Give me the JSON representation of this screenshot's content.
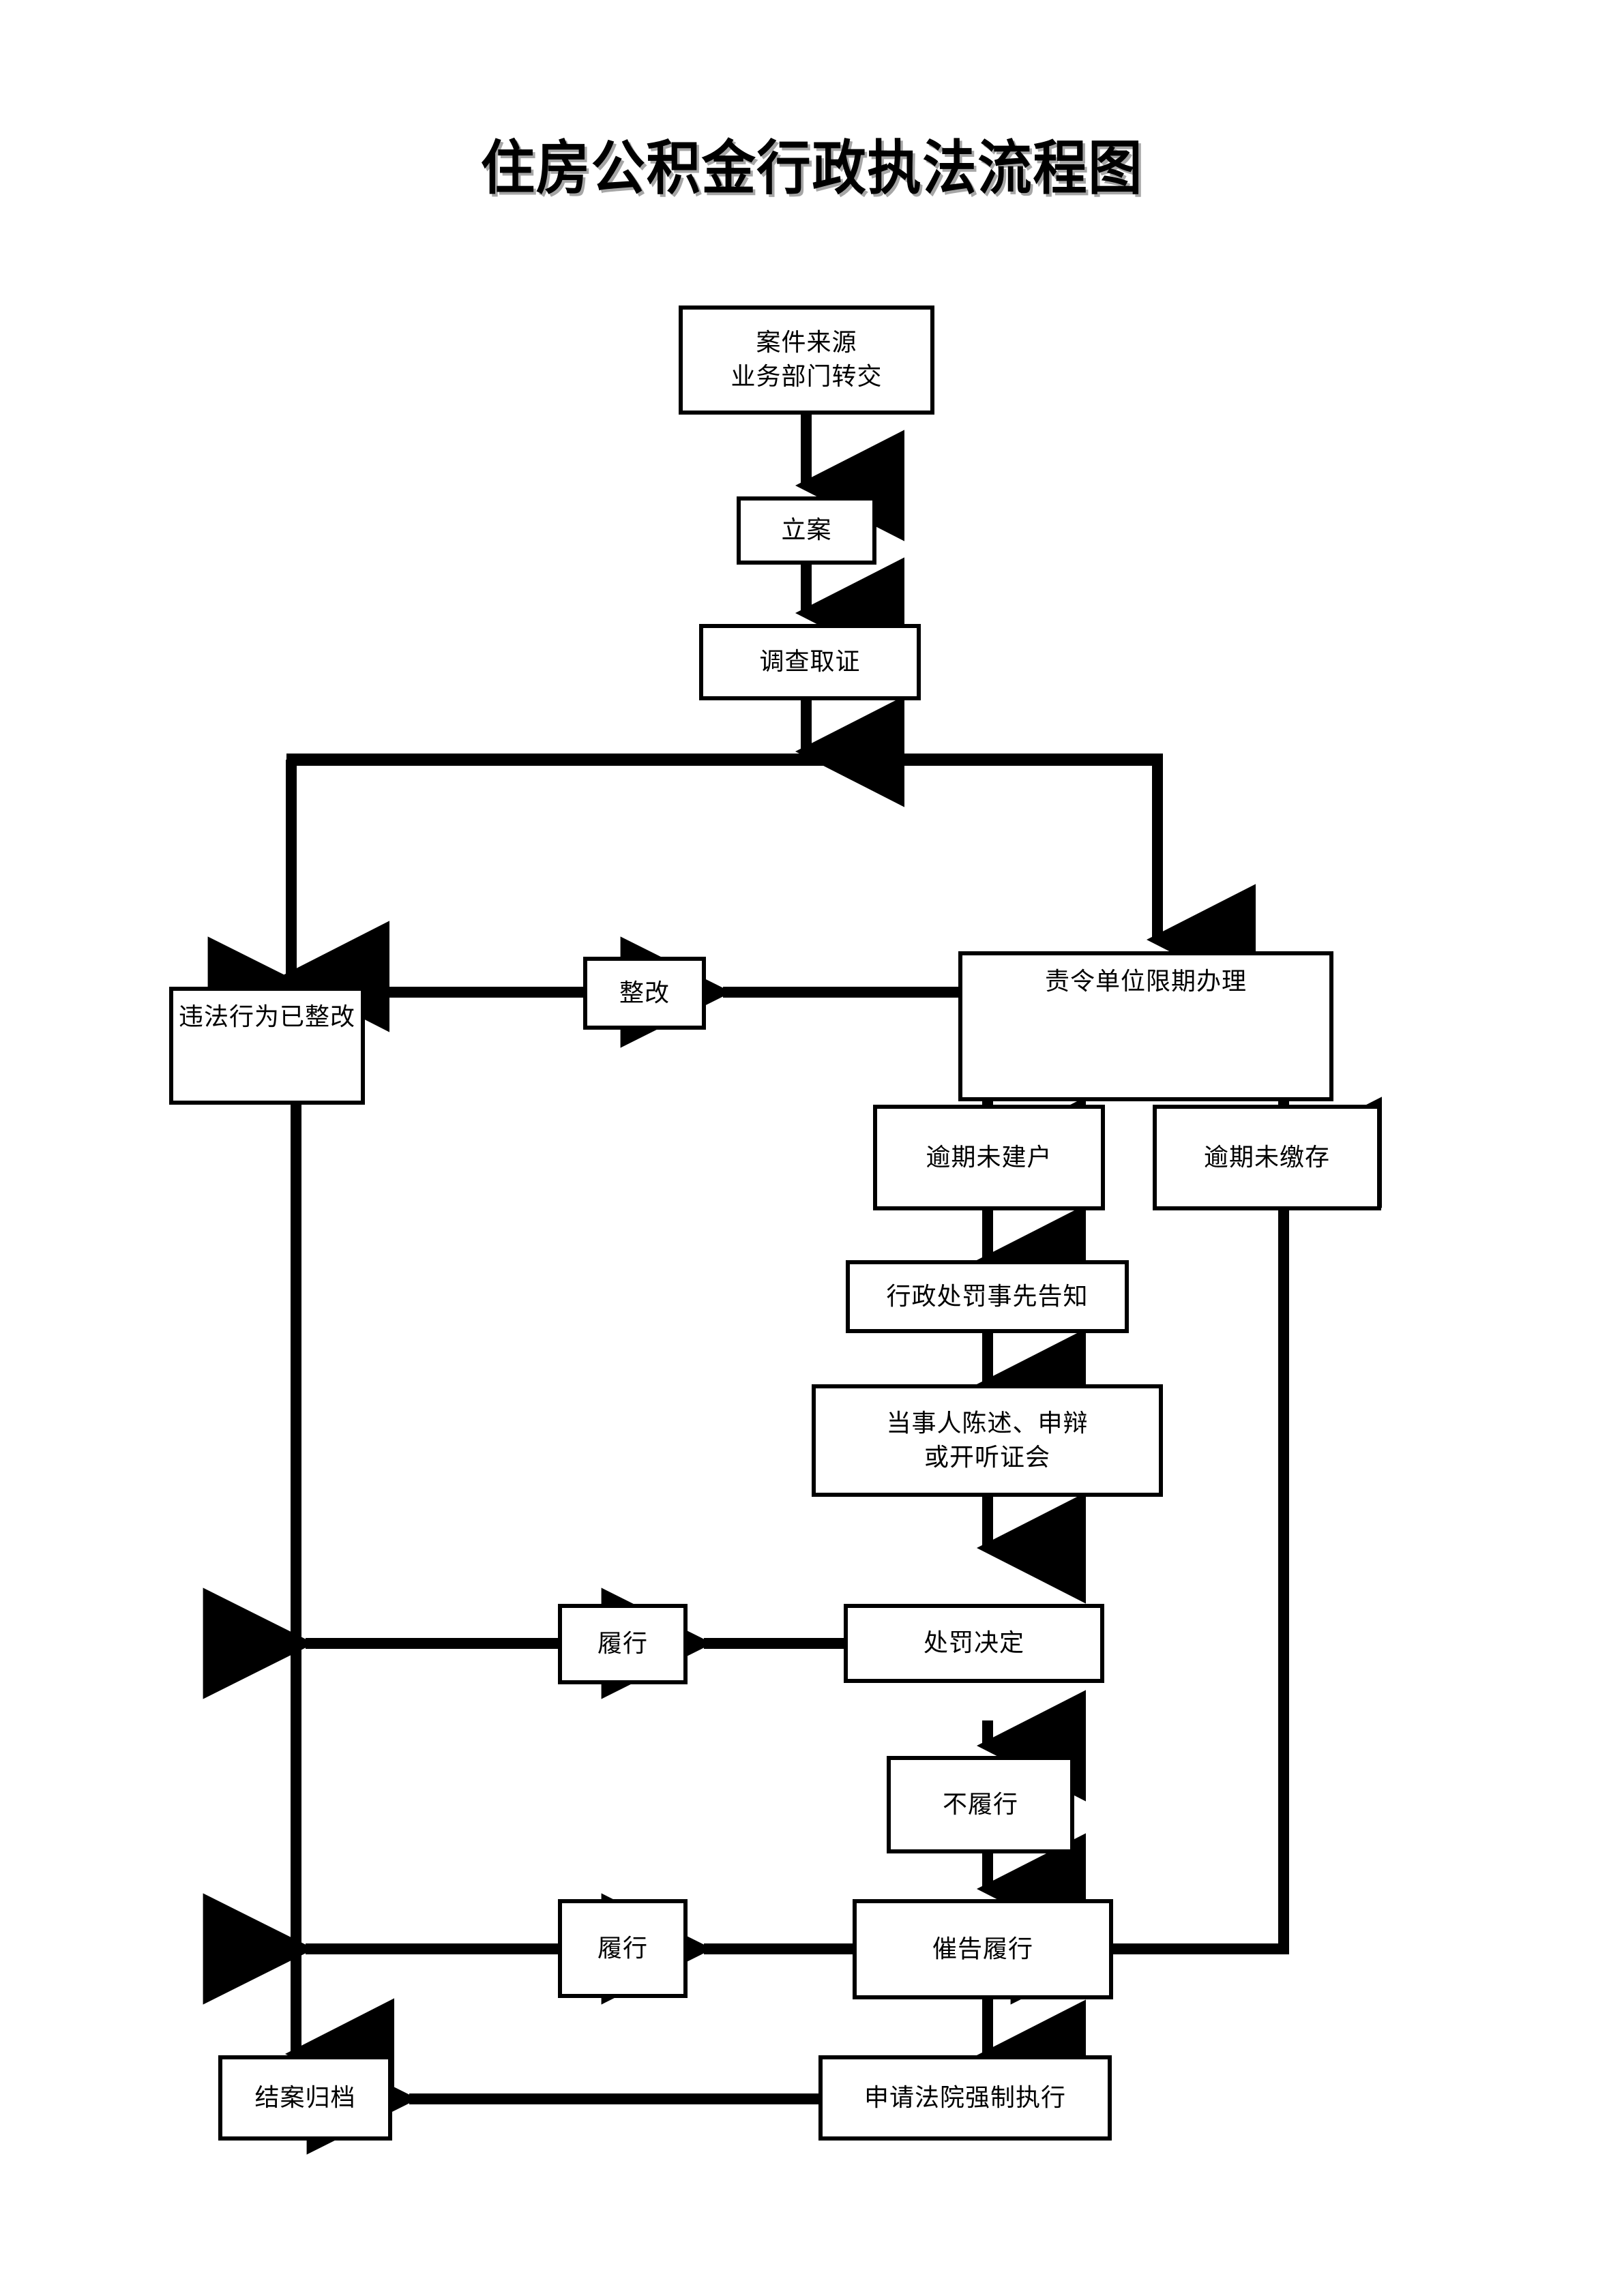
{
  "title": "住房公积金行政执法流程图",
  "chart_data": {
    "type": "flowchart",
    "title": "住房公积金行政执法流程图",
    "orientation": "top-to-bottom",
    "nodes": [
      {
        "id": "source",
        "label": "案件来源\n业务部门转交",
        "shape": "rect"
      },
      {
        "id": "filing",
        "label": "立案",
        "shape": "rect"
      },
      {
        "id": "investigate",
        "label": "调查取证",
        "shape": "rect"
      },
      {
        "id": "rectified",
        "label": "违法行为已整改",
        "shape": "rect"
      },
      {
        "id": "correct",
        "label": "整改",
        "shape": "rect"
      },
      {
        "id": "order",
        "label": "责令单位限期办理",
        "shape": "rect"
      },
      {
        "id": "noaccount",
        "label": "逾期未建户",
        "shape": "rect"
      },
      {
        "id": "nodeposit",
        "label": "逾期未缴存",
        "shape": "rect"
      },
      {
        "id": "notice",
        "label": "行政处罚事先告知",
        "shape": "rect"
      },
      {
        "id": "statement",
        "label": "当事人陈述、申辩\n或开听证会",
        "shape": "rect"
      },
      {
        "id": "decision",
        "label": "处罚决定",
        "shape": "rect"
      },
      {
        "id": "perform1",
        "label": "履行",
        "shape": "rect"
      },
      {
        "id": "nonperform",
        "label": "不履行",
        "shape": "rect"
      },
      {
        "id": "urge",
        "label": "催告履行",
        "shape": "rect"
      },
      {
        "id": "perform2",
        "label": "履行",
        "shape": "rect"
      },
      {
        "id": "court",
        "label": "申请法院强制执行",
        "shape": "rect"
      },
      {
        "id": "archive",
        "label": "结案归档",
        "shape": "rect"
      }
    ],
    "edges": [
      {
        "from": "source",
        "to": "filing"
      },
      {
        "from": "filing",
        "to": "investigate"
      },
      {
        "from": "investigate",
        "to": "rectified"
      },
      {
        "from": "investigate",
        "to": "order"
      },
      {
        "from": "order",
        "to": "correct"
      },
      {
        "from": "correct",
        "to": "rectified"
      },
      {
        "from": "order",
        "to": "noaccount"
      },
      {
        "from": "order",
        "to": "nodeposit"
      },
      {
        "from": "noaccount",
        "to": "notice"
      },
      {
        "from": "notice",
        "to": "statement"
      },
      {
        "from": "statement",
        "to": "decision"
      },
      {
        "from": "decision",
        "to": "perform1"
      },
      {
        "from": "perform1",
        "to": "archive"
      },
      {
        "from": "decision",
        "to": "nonperform"
      },
      {
        "from": "nonperform",
        "to": "urge"
      },
      {
        "from": "nodeposit",
        "to": "urge"
      },
      {
        "from": "urge",
        "to": "perform2"
      },
      {
        "from": "perform2",
        "to": "archive"
      },
      {
        "from": "urge",
        "to": "court"
      },
      {
        "from": "court",
        "to": "archive"
      },
      {
        "from": "rectified",
        "to": "archive"
      }
    ],
    "colors": {
      "stroke": "#000000",
      "fill": "#ffffff",
      "text": "#000000"
    }
  },
  "nodes": {
    "source": "案件来源\n业务部门转交",
    "filing": "立案",
    "investigate": "调查取证",
    "rectified": "违法行为已整改",
    "correct": "整改",
    "order": "责令单位限期办理",
    "noaccount": "逾期未建户",
    "nodeposit": "逾期未缴存",
    "notice": "行政处罚事先告知",
    "statement": "当事人陈述、申辩\n或开听证会",
    "decision": "处罚决定",
    "perform1": "履行",
    "nonperform": "不履行",
    "urge": "催告履行",
    "perform2": "履行",
    "court": "申请法院强制执行",
    "archive": "结案归档"
  }
}
